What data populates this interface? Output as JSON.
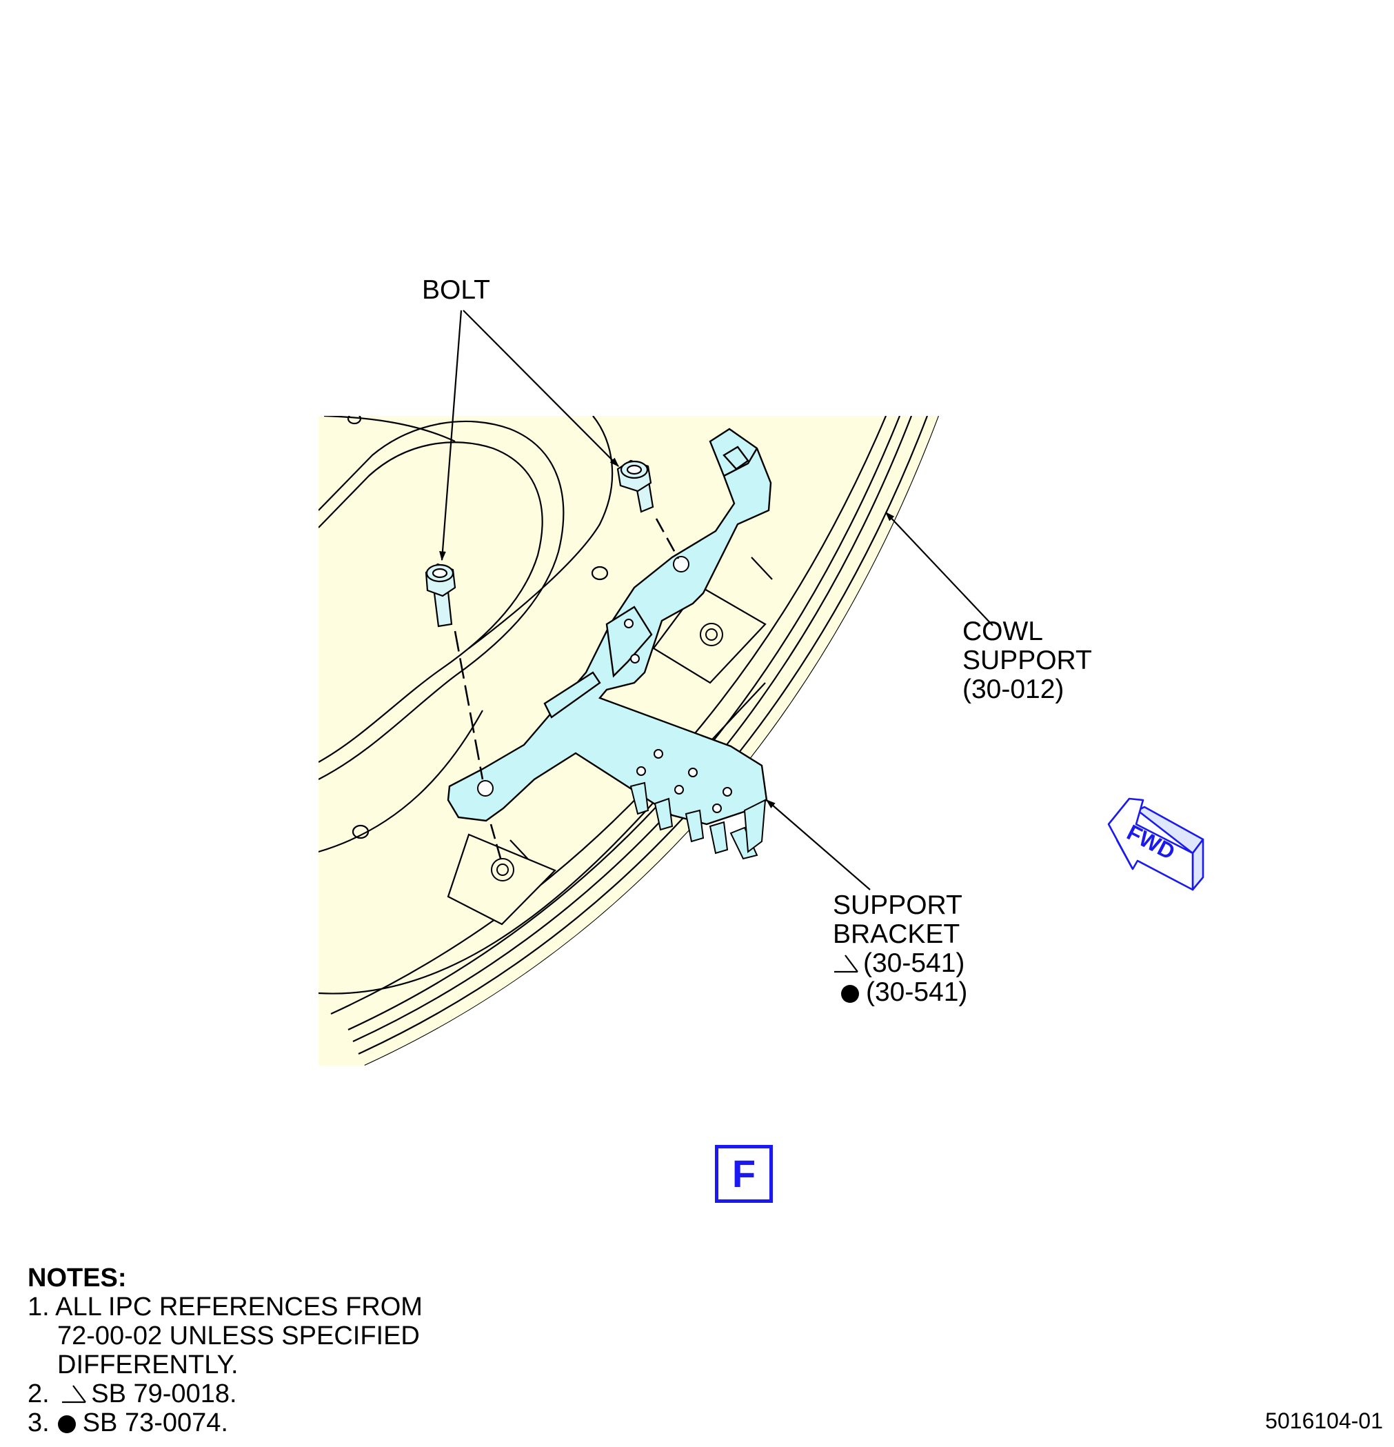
{
  "callouts": {
    "bolt": "BOLT",
    "cowl_support": [
      "COWL",
      "SUPPORT",
      "(30-012)"
    ],
    "support_bracket": [
      "SUPPORT",
      "BRACKET"
    ],
    "support_bracket_ref_tri": "(30-541)",
    "support_bracket_ref_dot": "(30-541)"
  },
  "fwd_arrow": {
    "label": "FWD"
  },
  "view_letter": "F",
  "notes": {
    "title": "NOTES:",
    "note1_line1": "1. ALL IPC REFERENCES FROM",
    "note1_line2": "72-00-02 UNLESS SPECIFIED",
    "note1_line3": "DIFFERENTLY.",
    "note2_num": "2.",
    "note2_text": "SB 79-0018.",
    "note3_num": "3.",
    "note3_text": "SB 73-0074."
  },
  "figure_number": "5016104-01",
  "colors": {
    "panel_fill": "#fffde0",
    "bracket_fill": "#c8f5f8",
    "bolt_fill": "#d8f6f8",
    "accent_blue": "#1a1af0",
    "line": "#000000"
  }
}
